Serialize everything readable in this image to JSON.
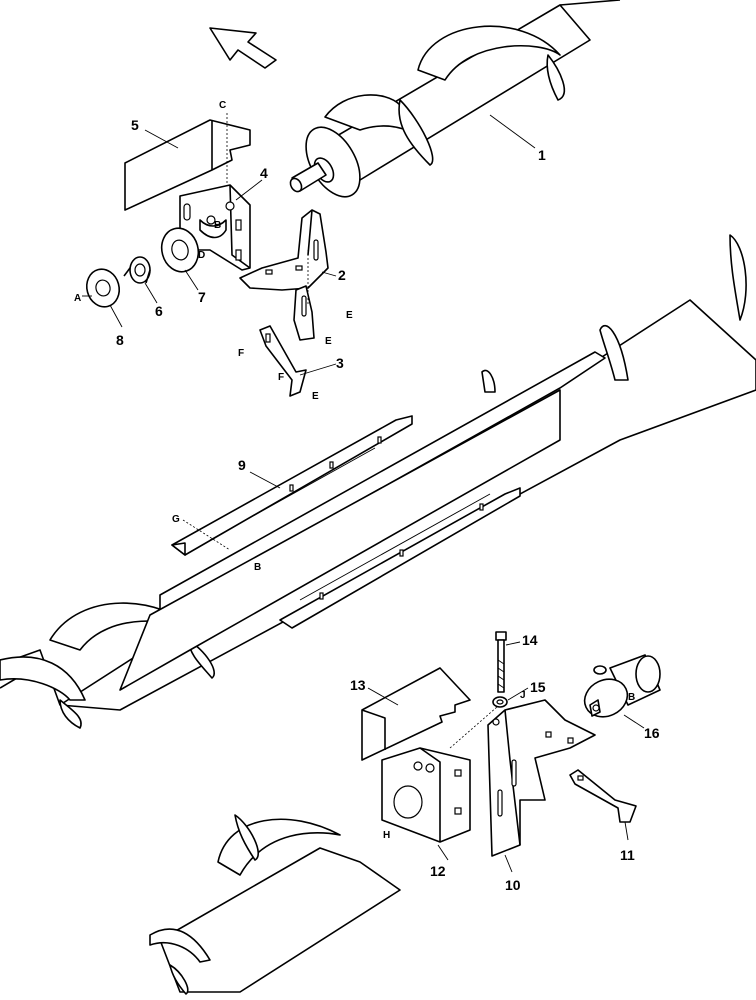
{
  "callouts": {
    "n1": "1",
    "n2": "2",
    "n3": "3",
    "n4": "4",
    "n5": "5",
    "n6": "6",
    "n7": "7",
    "n8": "8",
    "n9": "9",
    "n10": "10",
    "n11": "11",
    "n12": "12",
    "n13": "13",
    "n14": "14",
    "n15": "15",
    "n16": "16"
  },
  "refs": {
    "a": "A",
    "b": "B",
    "c": "C",
    "d": "D",
    "e": "E",
    "f": "F",
    "g": "G",
    "h": "H",
    "j": "J"
  },
  "icons": {
    "direction": "arrow-icon"
  }
}
